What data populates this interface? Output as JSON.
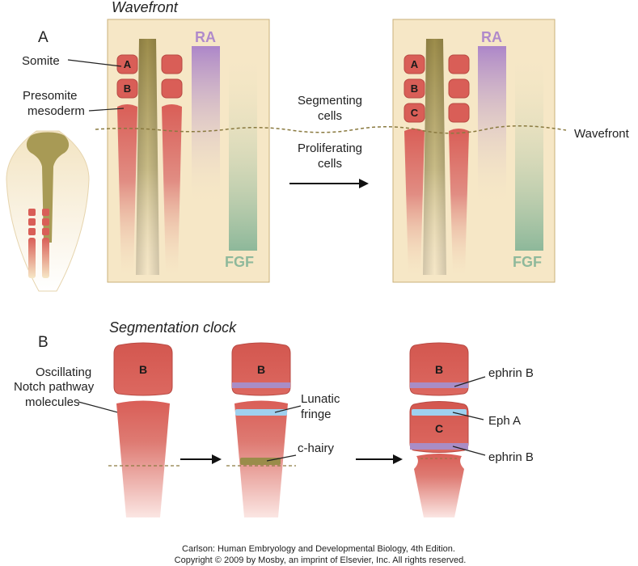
{
  "panel_a": {
    "panel_letter": "A",
    "title": "Wavefront",
    "somite_label": "Somite",
    "psm_label_1": "Presomite",
    "psm_label_2": "mesoderm",
    "segmenting_1": "Segmenting",
    "segmenting_2": "cells",
    "proliferating_1": "Proliferating",
    "proliferating_2": "cells",
    "wavefront_label": "Wavefront",
    "ra_label": "RA",
    "fgf_label": "FGF",
    "left_blocks": [
      "A",
      "B"
    ],
    "right_blocks": [
      "A",
      "B",
      "C"
    ]
  },
  "panel_b": {
    "panel_letter": "B",
    "title": "Segmentation clock",
    "oscillating_1": "Oscillating",
    "oscillating_2": "Notch pathway",
    "oscillating_3": "molecules",
    "somite_b": "B",
    "somite_c": "C",
    "lunatic_1": "Lunatic",
    "lunatic_2": "fringe",
    "c_hairy": "c-hairy",
    "ephrin_b_top": "ephrin B",
    "eph_a": "Eph A",
    "ephrin_b_bottom": "ephrin B"
  },
  "credit": {
    "line1": "Carlson: Human Embryology and Developmental Biology, 4th Edition.",
    "line2": "Copyright © 2009 by Mosby, an imprint of Elsevier, Inc. All rights reserved."
  },
  "colors": {
    "background_panel": "#f6e7c6",
    "somite_red": "#d95e57",
    "neural_tube": "#a89a55",
    "ra_purple": "#b08acb",
    "fgf_green": "#8fb99b",
    "lunatic_blue": "#9fd0ee",
    "ephrin_purple": "#a98dc6",
    "c_hairy_olive": "#9a8c4a"
  }
}
